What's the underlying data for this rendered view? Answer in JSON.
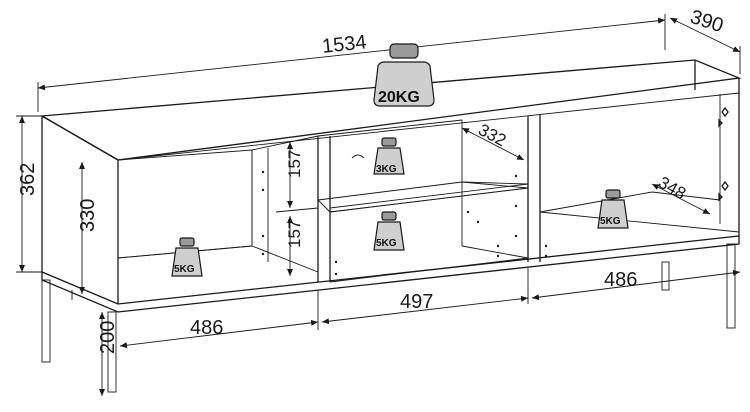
{
  "dimensions": {
    "width": "1534",
    "depth": "390",
    "height_total": "362",
    "height_inner": "330",
    "leg_height": "200",
    "shelf_depth": "332",
    "inner_depth": "348",
    "compartment_height_upper": "157",
    "compartment_height_lower": "157",
    "left_width": "486",
    "middle_width": "497",
    "right_width": "486"
  },
  "loads": {
    "top": "20KG",
    "middle_shelf": "3KG",
    "middle_bottom": "5KG",
    "left_bottom": "5KG",
    "right_bottom": "5KG"
  }
}
